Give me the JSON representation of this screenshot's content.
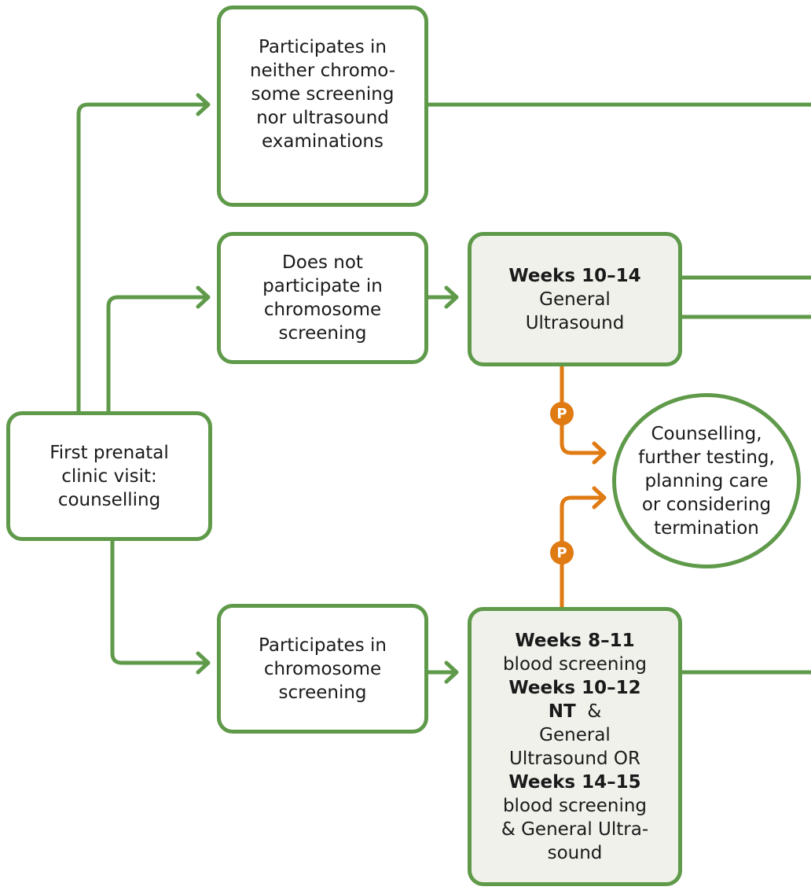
{
  "colors": {
    "green": "#5f9a4a",
    "orange": "#e07a12",
    "shaded": "#eff1ea"
  },
  "start": {
    "lines": [
      "First prenatal",
      "clinic visit:",
      "counselling"
    ]
  },
  "neither": {
    "lines": [
      "Participates in",
      "neither chromo-",
      "some screening",
      "nor ultrasound",
      "examinations"
    ]
  },
  "not_chromo": {
    "lines": [
      "Does not",
      "participate in",
      "chromosome",
      "screening"
    ]
  },
  "general_us": {
    "heading": "Weeks 10–14",
    "lines": [
      "General",
      "Ultrasound"
    ]
  },
  "participates": {
    "lines": [
      "Participates in",
      "chromosome",
      "screening"
    ]
  },
  "combined": {
    "w1": "Weeks 8–11",
    "t1": "blood screening",
    "w2": "Weeks 10–12",
    "nt": "NT",
    "amp": "&",
    "t2": "General",
    "t3": "Ultrasound OR",
    "w3": "Weeks 14–15",
    "t4": "blood screening",
    "t5": "& General Ultra-",
    "t6": "sound"
  },
  "outcome": {
    "lines": [
      "Counselling,",
      "further testing,",
      "planning care",
      "or considering",
      "termination"
    ]
  },
  "badges": {
    "p_label": "P"
  }
}
